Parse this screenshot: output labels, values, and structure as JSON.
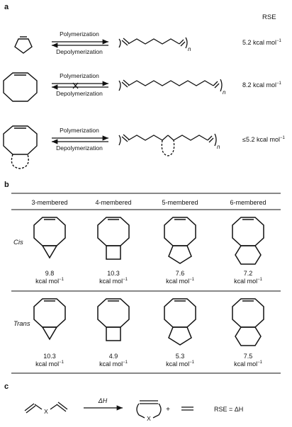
{
  "panel_a": {
    "label": "a",
    "rse_header": "RSE",
    "rows": [
      {
        "polymerization": "Polymerization",
        "depolymerization": "Depolymerization",
        "subscript": "n",
        "rse": "5.2 kcal mol",
        "exp": "−1"
      },
      {
        "polymerization": "Polymerization",
        "depolymerization": "Depolymerization",
        "subscript": "n",
        "rse": "8.2 kcal mol",
        "exp": "−1"
      },
      {
        "polymerization": "Polymerization",
        "depolymerization": "Depolymerization",
        "subscript": "n",
        "rse": "≤5.2 kcal mol",
        "exp": "−1"
      }
    ]
  },
  "panel_b": {
    "label": "b",
    "columns": [
      "3-membered",
      "4-membered",
      "5-membered",
      "6-membered"
    ],
    "rows": [
      {
        "label": "Cis",
        "values": [
          "9.8",
          "10.3",
          "7.6",
          "7.2"
        ]
      },
      {
        "label": "Trans",
        "values": [
          "10.3",
          "4.9",
          "5.3",
          "7.5"
        ]
      }
    ],
    "unit": "kcal mol",
    "unit_exp": "−1"
  },
  "panel_c": {
    "label": "c",
    "delta_h": "ΔH",
    "x_atom": "X",
    "plus": "+",
    "equation": "RSE = ΔH"
  }
}
